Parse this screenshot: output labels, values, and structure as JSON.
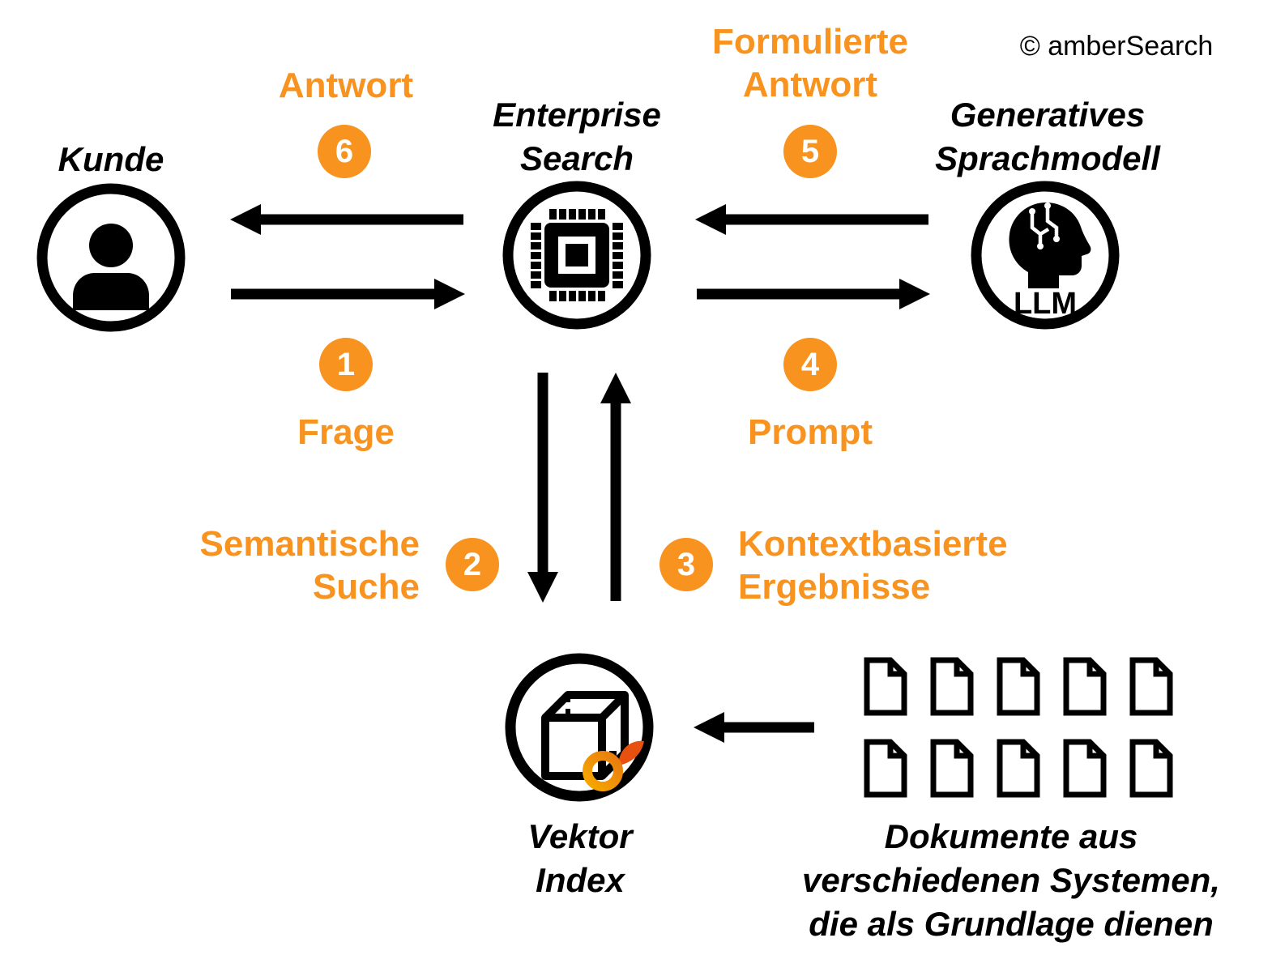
{
  "copyright": "© amberSearch",
  "colors": {
    "accent": "#F7931E",
    "ink": "#000000"
  },
  "nodes": {
    "customer": {
      "label": "Kunde",
      "icon": "person-icon"
    },
    "enterprise_search": {
      "label_lines": [
        "Enterprise",
        "Search"
      ],
      "icon": "chip-icon"
    },
    "language_model": {
      "label_lines": [
        "Generatives",
        "Sprachmodell"
      ],
      "icon": "ai-head-icon",
      "icon_caption": "LLM"
    },
    "vector_index": {
      "label_lines": [
        "Vektor",
        "Index"
      ],
      "icon": "cube-amber-logo-icon"
    },
    "documents": {
      "caption_lines": [
        "Dokumente aus",
        "verschiedenen Systemen,",
        "die als Grundlage dienen"
      ],
      "count": 10,
      "icon": "document-icon"
    }
  },
  "steps": {
    "s1": {
      "number": "1",
      "label_lines": [
        "Frage"
      ]
    },
    "s2": {
      "number": "2",
      "label_lines": [
        "Semantische",
        "Suche"
      ]
    },
    "s3": {
      "number": "3",
      "label_lines": [
        "Kontextbasierte",
        "Ergebnisse"
      ]
    },
    "s4": {
      "number": "4",
      "label_lines": [
        "Prompt"
      ]
    },
    "s5": {
      "number": "5",
      "label_lines": [
        "Formulierte",
        "Antwort"
      ]
    },
    "s6": {
      "number": "6",
      "label_lines": [
        "Antwort"
      ]
    }
  }
}
